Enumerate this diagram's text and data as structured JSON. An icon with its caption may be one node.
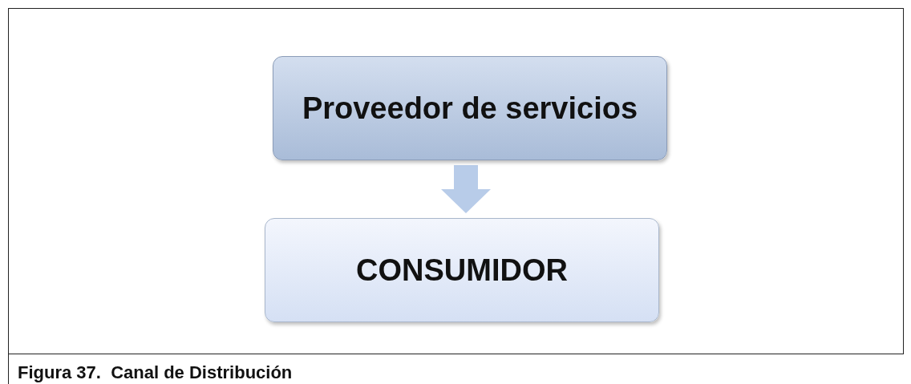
{
  "diagram": {
    "caption": "Figura 37.  Canal de Distribución",
    "nodes": [
      {
        "text": [
          "Proveedor de servicios"
        ]
      },
      {
        "text": [
          "CONSUMIDOR"
        ]
      }
    ],
    "edges": [
      {
        "from": 0,
        "to": 1,
        "arrow": "to"
      }
    ]
  }
}
